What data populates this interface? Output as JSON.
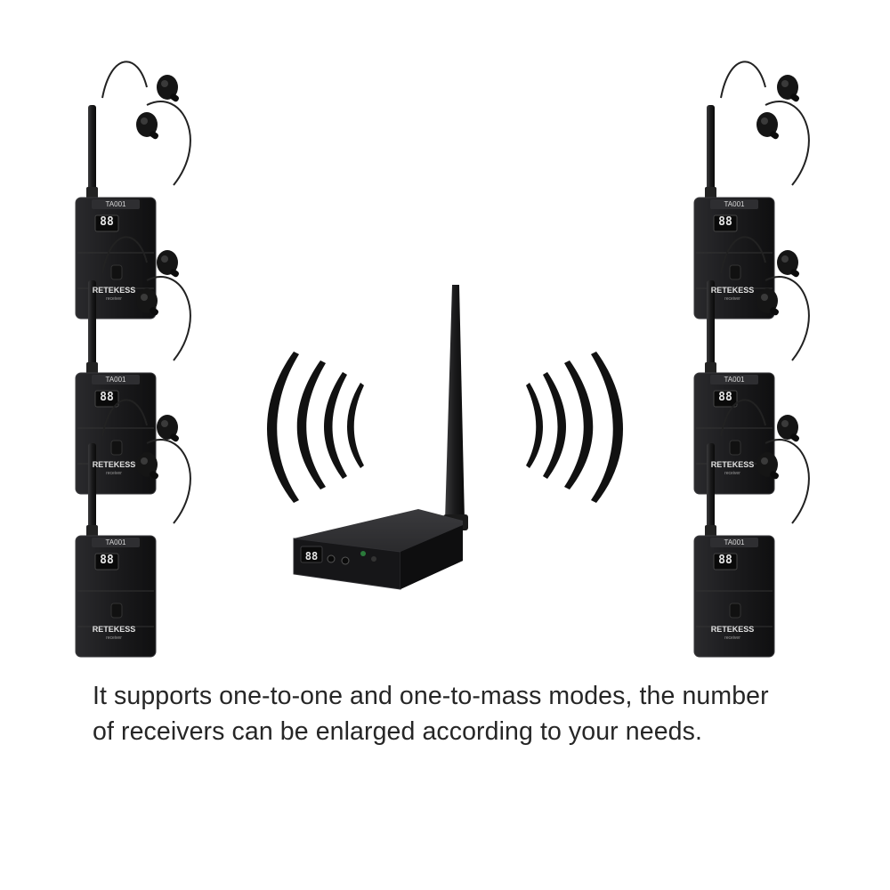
{
  "caption": {
    "line1": "It supports one-to-one and one-to-mass modes, the number",
    "line2": "of receivers can be enlarged according to your needs."
  },
  "device": {
    "model_label": "TA001",
    "display_digits": "88",
    "brand": "RETEKESS",
    "product_word": "receiver"
  },
  "transmitter": {
    "display_digits": "88"
  },
  "colors": {
    "device_body": "#1c1c1e",
    "device_edge": "#3a3a3d",
    "signal_waves": "#111111",
    "caption_text": "#262626",
    "background": "#ffffff"
  }
}
